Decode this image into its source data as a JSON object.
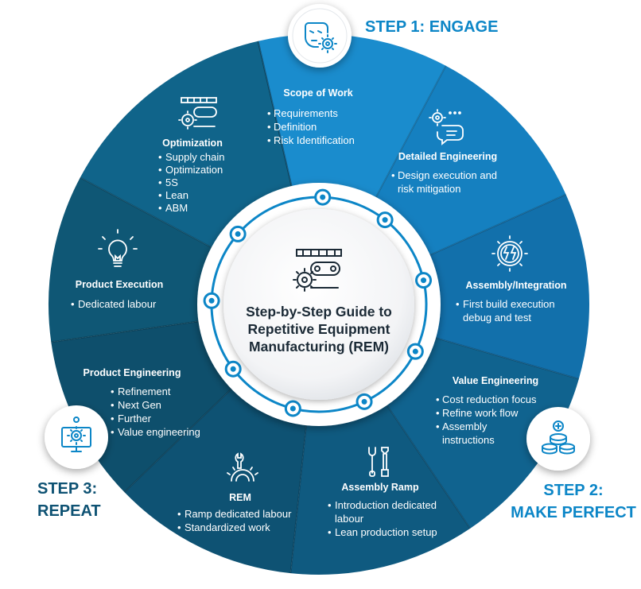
{
  "steps": {
    "engage": "STEP 1: ENGAGE",
    "make_perfect": [
      "STEP 2:",
      "MAKE PERFECT"
    ],
    "repeat": [
      "STEP 3:",
      "REPEAT"
    ]
  },
  "center": {
    "title_lines": [
      "Step-by-Step Guide to",
      "Repetitive Equipment",
      "Manufacturing (REM)"
    ],
    "icon": "conveyor-gear-icon"
  },
  "segments": [
    {
      "id": "scope-of-work",
      "title": "Scope of Work",
      "icon": "",
      "items": [
        "Requirements",
        "Definition",
        "Risk Identification"
      ]
    },
    {
      "id": "detailed-engineering",
      "title": "Detailed Engineering",
      "icon": "chat-gear-icon",
      "items": [
        "Design execution and",
        "risk mitigation"
      ]
    },
    {
      "id": "assembly-integration",
      "title": "Assembly/Integration",
      "icon": "lightning-gear-icon",
      "items": [
        "First build execution",
        "debug and test"
      ]
    },
    {
      "id": "value-engineering",
      "title": "Value Engineering",
      "icon": "",
      "items": [
        "Cost reduction focus",
        "Refine work flow",
        "Assembly",
        "instructions"
      ]
    },
    {
      "id": "assembly-ramp",
      "title": "Assembly Ramp",
      "icon": "tools-icon",
      "items": [
        "Introduction dedicated",
        "labour",
        "Lean production setup"
      ]
    },
    {
      "id": "rem",
      "title": "REM",
      "icon": "wrench-gear-icon",
      "items": [
        "Ramp dedicated labour",
        "Standardized work"
      ]
    },
    {
      "id": "product-engineering",
      "title": "Product Engineering",
      "icon": "",
      "items": [
        "Refinement",
        "Next Gen",
        "Further",
        "Value engineering"
      ]
    },
    {
      "id": "product-execution",
      "title": "Product Execution",
      "icon": "lightbulb-icon",
      "items": [
        "Dedicated labour"
      ]
    },
    {
      "id": "optimization",
      "title": "Optimization",
      "icon": "conveyor-gear-icon",
      "items": [
        "Supply chain",
        "Optimization",
        "5S",
        "Lean",
        "ABM"
      ]
    }
  ],
  "badges": {
    "engage_icon": "face-gear-icon",
    "make_perfect_icon": "coins-icon",
    "repeat_icon": "monitor-gear-icon"
  },
  "colors": {
    "segments": [
      "#1a8ccd",
      "#1580c0",
      "#1270ab",
      "#10638f",
      "#0f5a80",
      "#0e5273",
      "#0e4f6c",
      "#0f5775",
      "#10648a"
    ],
    "accent": "#0c86c7",
    "ring": "#e9eef2"
  }
}
